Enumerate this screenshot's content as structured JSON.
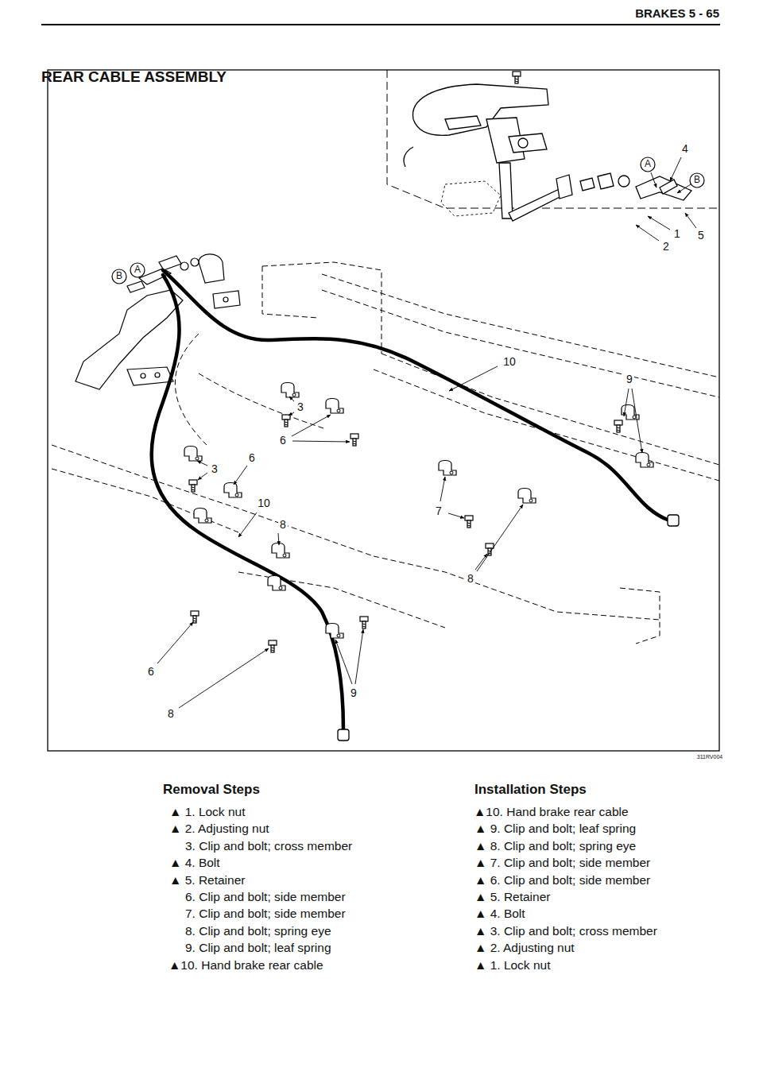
{
  "diagram": {
    "title": "REAR CABLE ASSEMBLY",
    "labels": [
      "BRAKES 5 - 65",
      "4",
      "A",
      "B",
      "1",
      "2",
      "5",
      "B",
      "A",
      "10",
      "9",
      "3",
      "6",
      "3",
      "6",
      "10",
      "7",
      "8",
      "8",
      "6",
      "8",
      "9",
      "311RV004",
      "Removal Steps",
      "▲ 1. Lock nut",
      "▲ 2. Adjusting nut",
      "3. Clip and bolt; cross member",
      "▲ 4. Bolt",
      "▲ 5. Retainer",
      "6. Clip and bolt; side member",
      "7. Clip and bolt; side member",
      "8. Clip and bolt; spring eye",
      "9. Clip and bolt; leaf spring",
      "▲10. Hand brake rear cable",
      "Installation Steps",
      "▲10. Hand brake rear cable",
      "▲ 9. Clip and bolt; leaf spring",
      "▲ 8. Clip and bolt; spring eye",
      "▲ 7. Clip and bolt; side member",
      "▲ 6. Clip and bolt; side member",
      "▲ 5. Retainer",
      "▲ 4. Bolt",
      "▲ 3. Clip and bolt; cross member",
      "▲ 2. Adjusting nut",
      "▲ 1. Lock nut"
    ]
  }
}
